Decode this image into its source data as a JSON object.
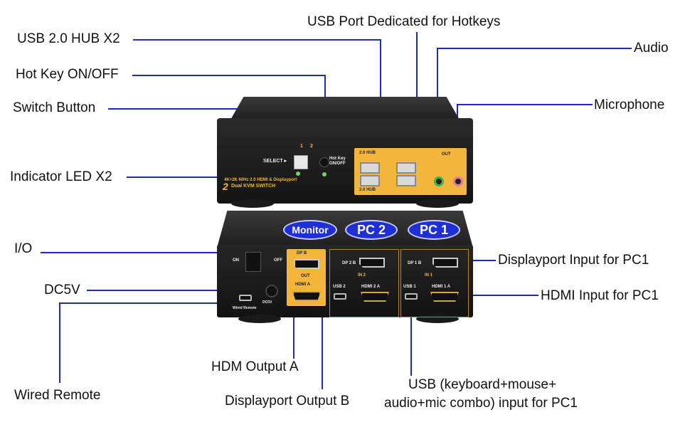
{
  "callouts": {
    "usb_port_hotkeys": "USB Port Dedicated for Hotkeys",
    "usb_hub": "USB 2.0 HUB X2",
    "audio": "Audio",
    "hot_key": "Hot Key ON/OFF",
    "switch_button": "Switch Button",
    "microphone": "Microphone",
    "indicator_led": "Indicator LED X2",
    "io": "I/O",
    "dc5v": "DC5V",
    "dp_input_pc1": "Displayport  Input for PC1",
    "hdmi_input_pc1": "HDMI Input for PC1",
    "hdmi_output_a": "HDM Output A",
    "wired_remote": "Wired Remote",
    "dp_output_b": "Displayport Output B",
    "usb_input_line1": "USB (keyboard+mouse+",
    "usb_input_line2": "audio+mic combo) input for PC1"
  },
  "badges": {
    "monitor": "Monitor",
    "pc2": "PC 2",
    "pc1": "PC 1"
  },
  "front_panel": {
    "select_label": "SELECT ▸",
    "led1": "1",
    "led2": "2",
    "hotkey_label": "Hot Key ON/OFF",
    "hub_top": "2.0 HUB",
    "hub_bottom": "2.0 HUB",
    "out_label": "OUT",
    "product_line1": "4K+2K  60Hz  2.0  HDMI & Displayport",
    "product_line2": "Dual KVM SWITCH",
    "product_num": "2"
  },
  "rear_panel": {
    "on": "ON",
    "off": "OFF",
    "dcv": "DC5V",
    "wired_remote": "Wired Remote",
    "dp_b": "DP B",
    "out": "OUT",
    "hdmi_a": "HDMI A",
    "in2": "IN 2",
    "in1": "IN 1",
    "dp2b": "DP 2 B",
    "dp1b": "DP 1 B",
    "usb2": "USB 2",
    "usb1": "USB 1",
    "hdmi2a": "HDMI 2 A",
    "hdmi1a": "HDMI 1 A"
  },
  "colors": {
    "line": "#1a2bbf",
    "accent": "#f4b63a",
    "badge": "#1f2fd8"
  }
}
